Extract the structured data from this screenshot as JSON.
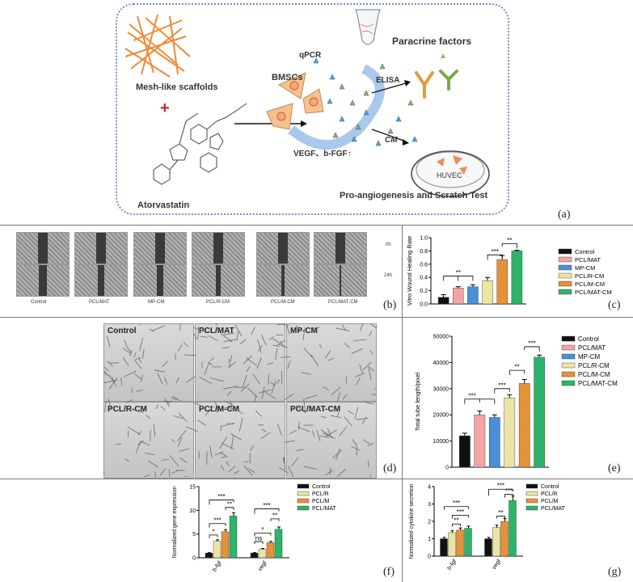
{
  "panels": {
    "a": "(a)",
    "b": "(b)",
    "c": "(c)",
    "d": "(d)",
    "e": "(e)",
    "f": "(f)",
    "g": "(g)"
  },
  "schematic": {
    "scaffold": "Mesh-like scaffolds",
    "plus": "+",
    "drug": "Atorvastatin",
    "cells": "BMSCs",
    "qpcr": "qPCR",
    "paracrine": "Paracrine factors",
    "elisa": "ELISA",
    "cm": "CM",
    "factors": "VEGF、b-FGF↑",
    "huvec": "HUVEC",
    "test": "Pro-angiogenesis and Scratch Test"
  },
  "scratch": {
    "groups": [
      "Control",
      "PCL/MAT",
      "MP-CM",
      "PCL/R-CM",
      "PCL/M-CM",
      "PCL/MAT-CM"
    ],
    "times": [
      "0h",
      "24h"
    ],
    "gap_0h": [
      0.18,
      0.2,
      0.2,
      0.2,
      0.18,
      0.2
    ],
    "gap_24h": [
      0.16,
      0.13,
      0.13,
      0.1,
      0.06,
      0.03
    ]
  },
  "tube_labels": [
    "Control",
    "PCL/MAT",
    "MP-CM",
    "PCL/R-CM",
    "PCL/M-CM",
    "PCL/MAT-CM"
  ],
  "colors": {
    "black": "#111111",
    "pink": "#f4a4a4",
    "blue": "#4a90d9",
    "cream": "#f2ecb0",
    "orange": "#ee9a3e",
    "green": "#2db36a"
  },
  "chart_data": [
    {
      "type": "bar",
      "panel": "c",
      "categories": [
        "Control",
        "PCL/MAT",
        "MP-CM",
        "PCL/R-CM",
        "PCL/M-CM",
        "PCL/MAT-CM"
      ],
      "values": [
        0.1,
        0.24,
        0.26,
        0.35,
        0.67,
        0.8
      ],
      "errors": [
        0.04,
        0.02,
        0.03,
        0.05,
        0.06,
        0.01
      ],
      "ylabel": "Vitro Wound Healing Rate",
      "ylim": [
        0,
        1
      ],
      "yticks": [
        "0.0",
        "0.2",
        "0.4",
        "0.6",
        "0.8",
        "1.0"
      ],
      "legend": [
        "Control",
        "PCL/MAT",
        "MP-CM",
        "PCL/R-CM",
        "PCL/M-CM",
        "PCL/MAT-CM"
      ],
      "annotations": [
        "**",
        "***",
        "**"
      ]
    },
    {
      "type": "bar",
      "panel": "e",
      "categories": [
        "Control",
        "PCL/MAT",
        "MP-CM",
        "PCL/R-CM",
        "PCL/M-CM",
        "PCL/MAT-CM"
      ],
      "values": [
        12000,
        20000,
        19000,
        26500,
        32000,
        42000
      ],
      "errors": [
        1000,
        1500,
        1000,
        1200,
        1500,
        800
      ],
      "ylabel": "Total tube length/pixel",
      "ylim": [
        0,
        50000
      ],
      "yticks": [
        "0",
        "10000",
        "20000",
        "30000",
        "40000",
        "50000"
      ],
      "legend": [
        "Control",
        "PCL/MAT",
        "MP-CM",
        "PCL/R-CM",
        "PCL/M-CM",
        "PCL/MAT-CM"
      ],
      "annotations": [
        "***",
        "***",
        "**",
        "***"
      ]
    },
    {
      "type": "bar",
      "panel": "f",
      "categories": [
        "b-fgf",
        "vegf"
      ],
      "series": [
        {
          "name": "Control",
          "values": [
            1.0,
            1.0
          ]
        },
        {
          "name": "PCL/R",
          "values": [
            3.5,
            1.8
          ]
        },
        {
          "name": "PCL/M",
          "values": [
            5.5,
            3.2
          ]
        },
        {
          "name": "PCL/MAT",
          "values": [
            8.8,
            6.0
          ]
        }
      ],
      "ylabel": "Normalized gene expression",
      "ylim": [
        0,
        15
      ],
      "yticks": [
        "0",
        "5",
        "10",
        "15"
      ],
      "annotations": [
        "*",
        "***",
        "***",
        "**",
        "ns",
        "*",
        "***",
        "**"
      ]
    },
    {
      "type": "bar",
      "panel": "g",
      "categories": [
        "b-fgf",
        "vegf"
      ],
      "series": [
        {
          "name": "Control",
          "values": [
            1.0,
            1.0
          ]
        },
        {
          "name": "PCL/R",
          "values": [
            1.35,
            1.65
          ]
        },
        {
          "name": "PCL/M",
          "values": [
            1.5,
            2.0
          ]
        },
        {
          "name": "PCL/MAT",
          "values": [
            1.6,
            3.2
          ]
        }
      ],
      "ylabel": "Normalized cytokine secretion",
      "ylim": [
        0,
        4
      ],
      "yticks": [
        "0",
        "1",
        "2",
        "3",
        "4"
      ],
      "annotations": [
        "***",
        "**",
        "***",
        "***",
        "**",
        "***"
      ]
    }
  ]
}
